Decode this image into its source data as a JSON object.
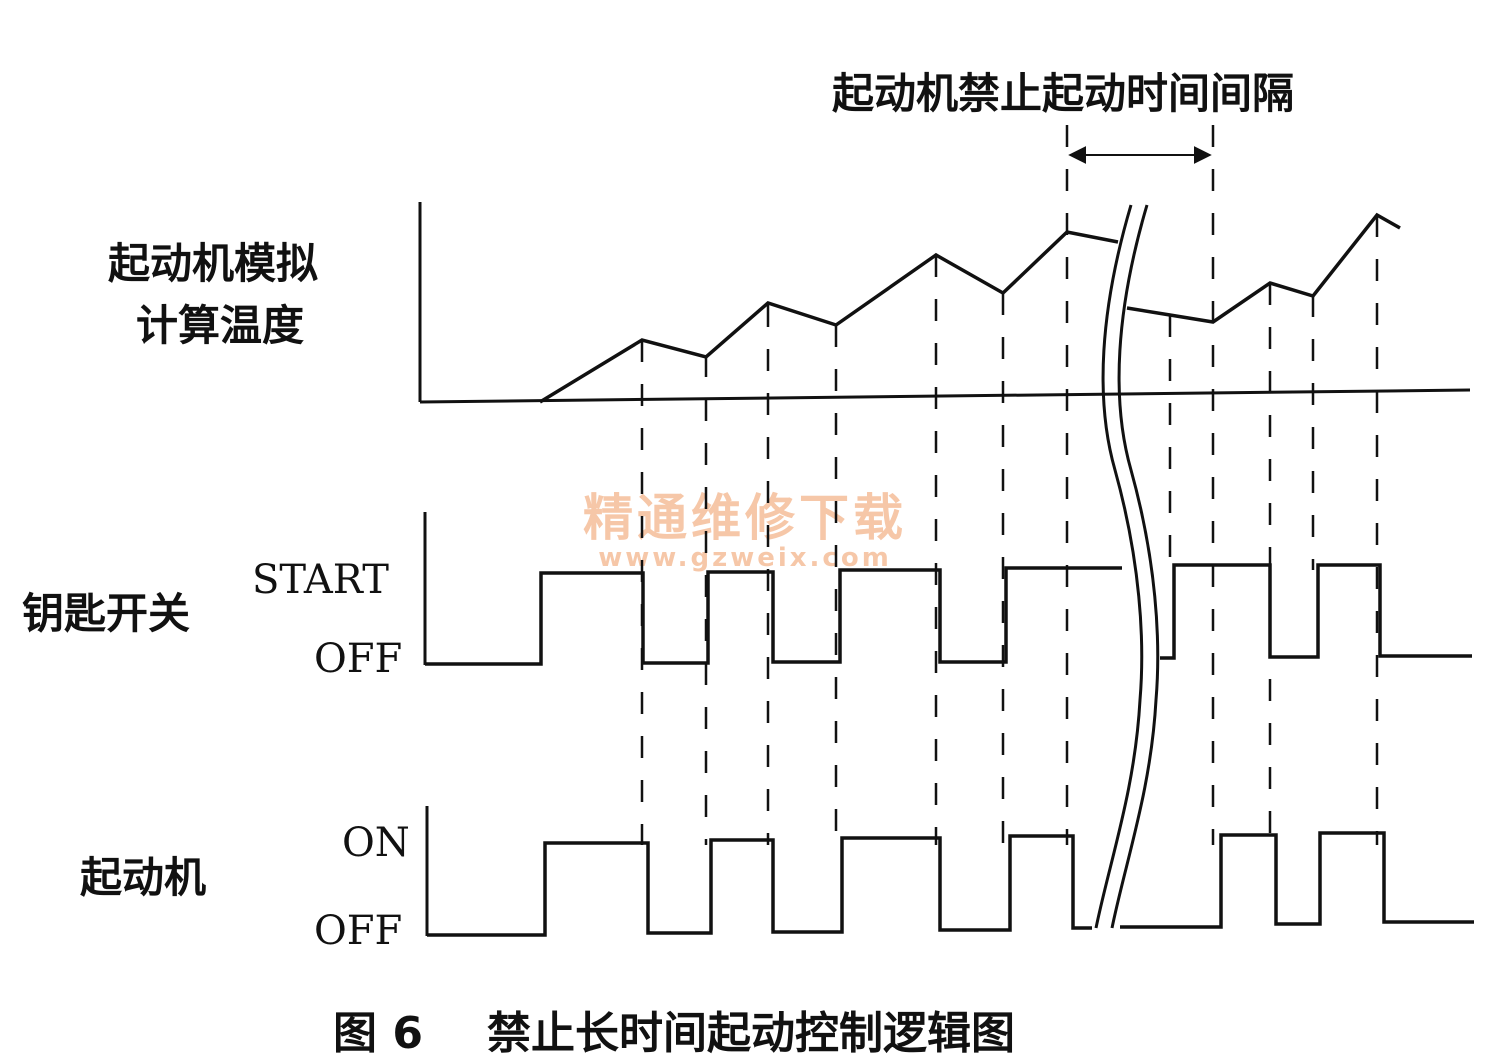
{
  "interval_label": "起动机禁止起动时间间隔",
  "temperature": {
    "label_line1": "起动机模拟",
    "label_line2": "计算温度"
  },
  "key_switch": {
    "label": "钥匙开关",
    "start_label": "START",
    "off_label": "OFF"
  },
  "starter": {
    "label": "起动机",
    "on_label": "ON",
    "off_label": "OFF"
  },
  "watermark": {
    "line1": "精通维修下载",
    "line2": "www.gzweix.com",
    "color": "#f6c7a8"
  },
  "caption": {
    "figure_no": "图 6",
    "title": "禁止长时间起动控制逻辑图"
  }
}
